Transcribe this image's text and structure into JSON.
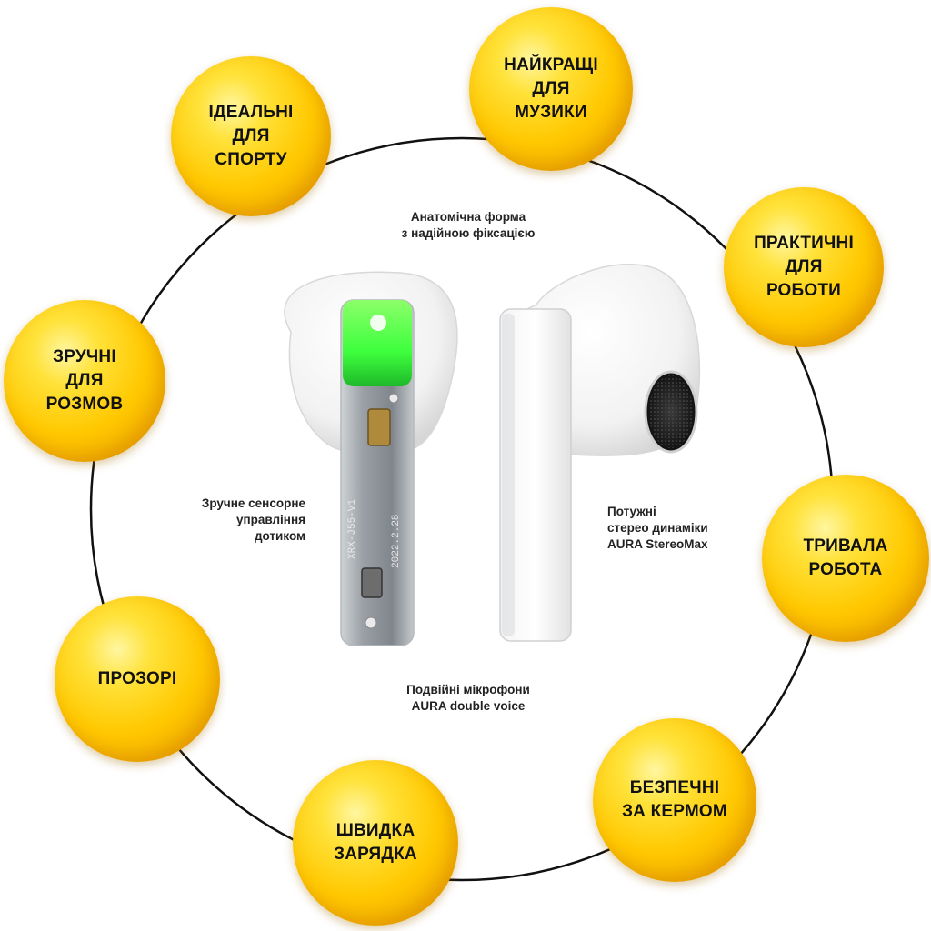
{
  "features": [
    {
      "id": "sport",
      "text": "ІДЕАЛЬНІ\nДЛЯ\nСПОРТУ"
    },
    {
      "id": "music",
      "text": "НАЙКРАЩІ\nДЛЯ\nМУЗИКИ"
    },
    {
      "id": "work",
      "text": "ПРАКТИЧНІ\nДЛЯ\nРОБОТИ"
    },
    {
      "id": "calls",
      "text": "ЗРУЧНІ\nДЛЯ\nРОЗМОВ"
    },
    {
      "id": "long-work",
      "text": "ТРИВАЛА\nРОБОТА"
    },
    {
      "id": "transparent",
      "text": "ПРОЗОРІ"
    },
    {
      "id": "driving",
      "text": "БЕЗПЕЧНІ\nЗА КЕРМОМ"
    },
    {
      "id": "fast-charge",
      "text": "ШВИДКА\nЗАРЯДКА"
    }
  ],
  "captions": {
    "shape": "Анатомічна форма\nз надійною фіксацією",
    "touch": "Зручне сенсорне\nуправління\nдотиком",
    "speakers": "Потужні\nстерео динаміки\nAURA StereoMax",
    "mics": "Подвійні мікрофони\nAURA double voice"
  },
  "pcb": {
    "model": "XRX-J55-V1",
    "date": "2022.2.28"
  },
  "colors": {
    "bubble": "#ffc800",
    "ring": "#111111",
    "led": "#3dff3d",
    "earbud": "#ffffff"
  }
}
